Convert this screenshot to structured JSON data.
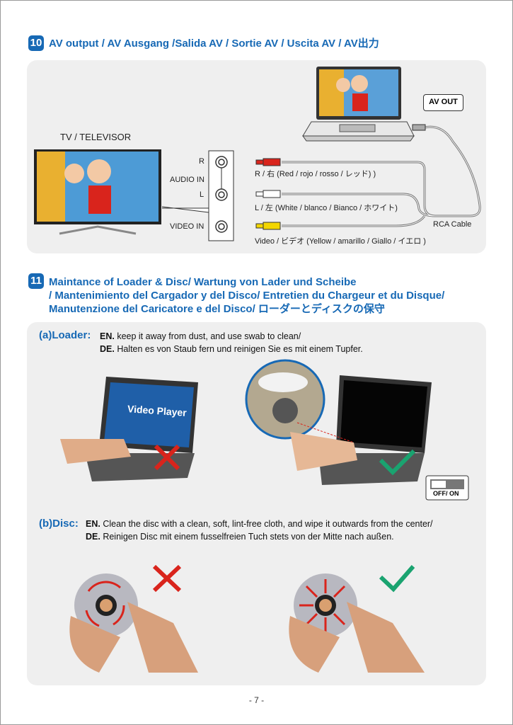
{
  "section10": {
    "number": "10",
    "title": "AV output / AV Ausgang /Salida AV / Sortie AV / Uscita AV / AV出力",
    "tv_label": "TV / TELEVISOR",
    "av_out": "AV OUT",
    "rca_cable": "RCA Cable",
    "ports": {
      "r": "R",
      "audio_in": "AUDIO IN",
      "l": "L",
      "video_in": "VIDEO IN"
    },
    "cables": [
      "R / 右 (Red / rojo / rosso / レッド) )",
      "L / 左 (White / blanco / Bianco / ホワイト)",
      "Video / ビデオ (Yellow / amarillo / Giallo / イエロ )"
    ],
    "colors": {
      "red": "#d9241c",
      "white": "#ffffff",
      "yellow": "#f3d600"
    }
  },
  "section11": {
    "number": "11",
    "title_lines": [
      "Maintance of Loader & Disc/ Wartung von Lader und Scheibe",
      "/ Mantenimiento del Cargador y del Disco/ Entretien du Chargeur et du Disque/",
      "Manutenzione del Caricatore e del Disco/ ローダーとディスクの保守"
    ],
    "loader": {
      "marker": "(a)",
      "label": "Loader:",
      "en_prefix": "EN.",
      "en": "keep it away from dust, and use swab to clean/",
      "de_prefix": "DE.",
      "de": "Halten es von Staub fern und reinigen Sie es mit einem Tupfer.",
      "screen_text": "Video Player",
      "switch": "OFF/  ON"
    },
    "disc": {
      "marker": "(b)",
      "label": "Disc:",
      "en_prefix": "EN.",
      "en": "Clean the disc with a clean, soft, lint-free cloth, and wipe it outwards from the center/",
      "de_prefix": "DE.",
      "de": "Reinigen Disc mit einem fusselfreien Tuch stets von der Mitte nach außen."
    }
  },
  "footer": {
    "page": "- 7 -"
  },
  "accent": "#1769b5"
}
